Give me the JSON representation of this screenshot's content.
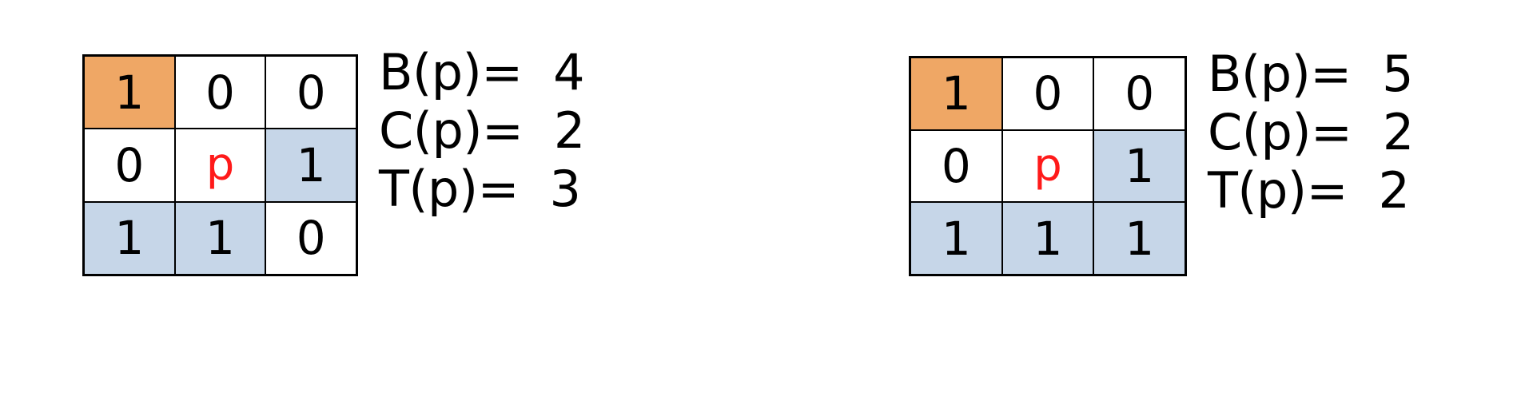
{
  "colors": {
    "background": "#ffffff",
    "border": "#000000",
    "fill_orange": "#efa765",
    "fill_blue": "#c6d6e8",
    "center_pixel_text": "#ff1a1a",
    "text": "#000000"
  },
  "figures": [
    {
      "id": "left",
      "grid": {
        "rows": [
          [
            {
              "value": "1",
              "fill": "orange"
            },
            {
              "value": "0",
              "fill": "white"
            },
            {
              "value": "0",
              "fill": "white"
            }
          ],
          [
            {
              "value": "0",
              "fill": "white"
            },
            {
              "value": "p",
              "fill": "white",
              "center": true
            },
            {
              "value": "1",
              "fill": "blue"
            }
          ],
          [
            {
              "value": "1",
              "fill": "blue"
            },
            {
              "value": "1",
              "fill": "blue"
            },
            {
              "value": "0",
              "fill": "white"
            }
          ]
        ]
      },
      "metrics": [
        {
          "name": "B(p)",
          "text": "B(p)=  4"
        },
        {
          "name": "C(p)",
          "text": "C(p)=  2"
        },
        {
          "name": "T(p)",
          "text": "T(p)=  3"
        }
      ]
    },
    {
      "id": "right",
      "grid": {
        "rows": [
          [
            {
              "value": "1",
              "fill": "orange"
            },
            {
              "value": "0",
              "fill": "white"
            },
            {
              "value": "0",
              "fill": "white"
            }
          ],
          [
            {
              "value": "0",
              "fill": "white"
            },
            {
              "value": "p",
              "fill": "white",
              "center": true
            },
            {
              "value": "1",
              "fill": "blue"
            }
          ],
          [
            {
              "value": "1",
              "fill": "blue"
            },
            {
              "value": "1",
              "fill": "blue"
            },
            {
              "value": "1",
              "fill": "blue"
            }
          ]
        ]
      },
      "metrics": [
        {
          "name": "B(p)",
          "text": "B(p)=  5"
        },
        {
          "name": "C(p)",
          "text": "C(p)=  2"
        },
        {
          "name": "T(p)",
          "text": "T(p)=  2"
        }
      ]
    }
  ]
}
